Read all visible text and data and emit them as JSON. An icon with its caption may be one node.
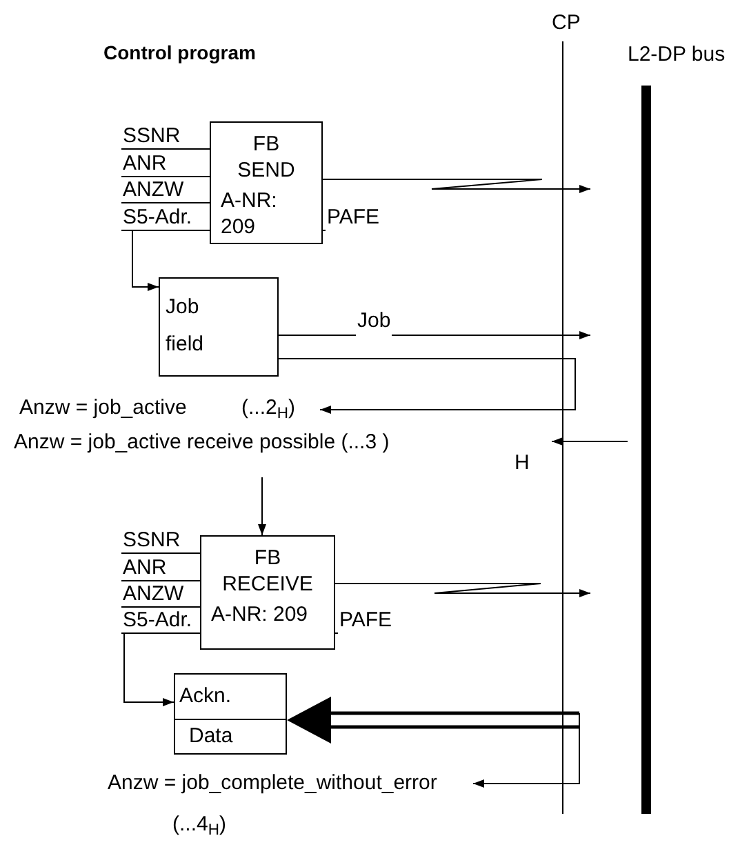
{
  "diagram": {
    "title": "Control program",
    "nodes": [
      {
        "text": [
          "FB SEND",
          "A-NR: 209"
        ]
      },
      {
        "text": [
          "SSNR"
        ]
      },
      {
        "text": [
          "ANR"
        ]
      },
      {
        "text": [
          "ANZW"
        ]
      },
      {
        "text": [
          "S5-Adr."
        ]
      },
      {
        "text": [
          "PAFE"
        ]
      },
      {
        "text": [
          "Job field"
        ]
      },
      {
        "text": [
          "Anzw = job_active",
          "(...2$_{H}$)"
        ]
      },
      {
        "text": [
          "Anzw = job_active receive possible (...3 )",
          "H"
        ]
      },
      {
        "text": [
          "FB RECEIVE",
          "A-NR: 209"
        ]
      },
      {
        "text": [
          "SSNR"
        ]
      },
      {
        "text": [
          "ANR"
        ]
      },
      {
        "text": [
          "ANZW"
        ]
      },
      {
        "text": [
          "S5-Adr."
        ]
      },
      {
        "text": [
          "PAFE"
        ]
      },
      {
        "text": [
          "Ackn.",
          "Data"
        ]
      },
      {
        "text": [
          "Anzw = job_complete_without_error",
          "(...4$_{H}$)"
        ]
      }
    ],
    "edges": [
      {
        "from": 0,
        "to": null,
        "arrow": "to"
      },
      {
        "from": 6,
        "to": null,
        "arrow": "to",
        "label": "Job"
      },
      {
        "from": 6,
        "to": 7,
        "arrow": "to"
      },
      {
        "from": null,
        "to": 8,
        "arrow": "to"
      },
      {
        "from": 8,
        "to": 9,
        "arrow": "to"
      },
      {
        "from": 9,
        "to": null,
        "arrow": "to"
      },
      {
        "from": 4,
        "to": 6,
        "arrow": "to"
      },
      {
        "from": 13,
        "to": 15,
        "arrow": "to"
      },
      {
        "from": null,
        "to": 15,
        "arrow": "to",
        "style": "thick"
      },
      {
        "from": null,
        "to": 16,
        "arrow": "to"
      },
      {
        "from": 1,
        "to": 0,
        "arrow": "none"
      },
      {
        "from": 2,
        "to": 0,
        "arrow": "none"
      },
      {
        "from": 3,
        "to": 0,
        "arrow": "none"
      },
      {
        "from": 4,
        "to": 0,
        "arrow": "none"
      },
      {
        "from": 0,
        "to": 5,
        "arrow": "none"
      },
      {
        "from": 10,
        "to": 9,
        "arrow": "none"
      },
      {
        "from": 11,
        "to": 9,
        "arrow": "none"
      },
      {
        "from": 12,
        "to": 9,
        "arrow": "none"
      },
      {
        "from": 13,
        "to": 9,
        "arrow": "none"
      },
      {
        "from": 9,
        "to": 14,
        "arrow": "none"
      }
    ],
    "labels": [
      "CP",
      "L2-DP bus"
    ]
  }
}
